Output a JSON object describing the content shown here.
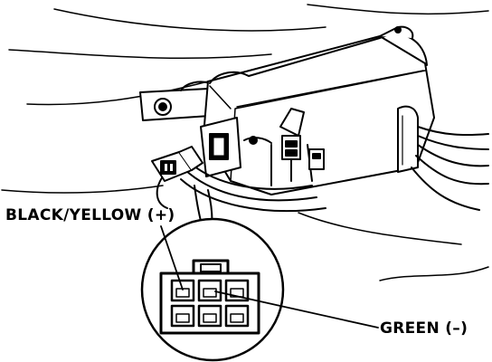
{
  "diagram": {
    "labels": {
      "black_yellow": "BLACK/YELLOW (+)",
      "green": "GREEN (–)"
    },
    "connector_view": {
      "rows": 2,
      "columns": 3
    },
    "colors": {
      "ink": "#000000",
      "paper": "#ffffff"
    }
  }
}
